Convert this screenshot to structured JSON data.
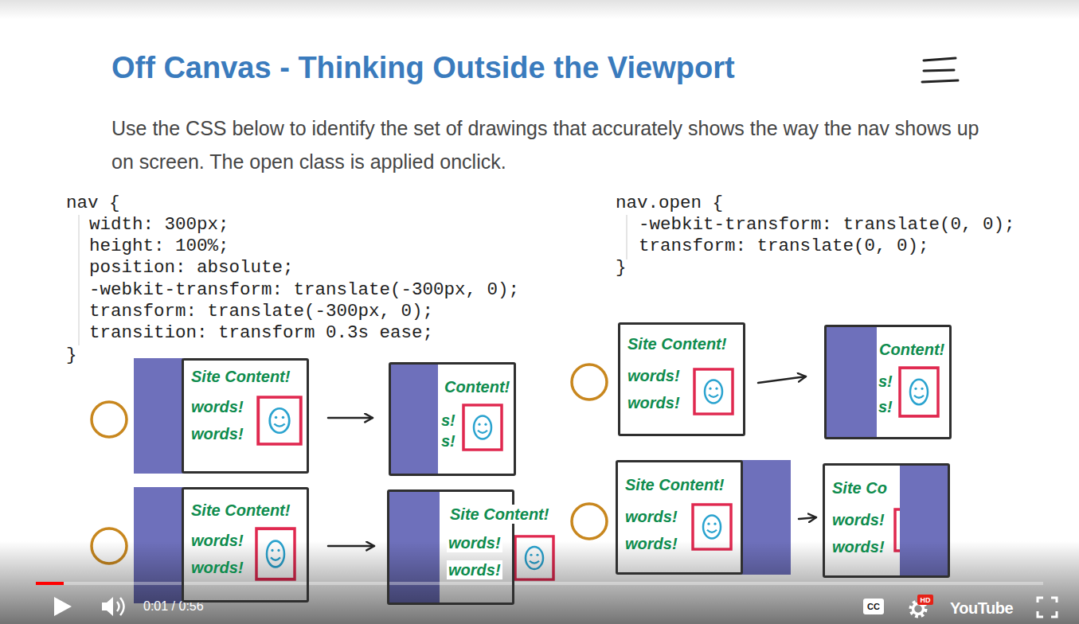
{
  "diagram": {
    "title": "Off Canvas - Thinking Outside the Viewport",
    "nodes": [
      {
        "text": [
          "Site Content!",
          "words!",
          "words!"
        ]
      },
      {
        "text": [
          "Content!",
          "s!",
          "s!"
        ]
      },
      {
        "text": [
          "Site Content!",
          "words!",
          "words!"
        ]
      },
      {
        "text": [
          "Content!",
          "s!",
          "s!"
        ]
      },
      {
        "text": [
          "Site Content!",
          "words!",
          "words!"
        ]
      },
      {
        "text": [
          "Site Content!",
          "words!",
          "words!"
        ]
      },
      {
        "text": [
          "Site Content!",
          "words!",
          "words!"
        ]
      },
      {
        "text": [
          "Site Co",
          "words!",
          "words!"
        ]
      }
    ],
    "edges": [
      {
        "from": 0,
        "to": 1,
        "arrow": "to"
      },
      {
        "from": 2,
        "to": 3,
        "arrow": "to"
      },
      {
        "from": 4,
        "to": 5,
        "arrow": "to"
      },
      {
        "from": 6,
        "to": 7,
        "arrow": "to"
      }
    ],
    "labels": [
      "Use the CSS below to identify the set of drawings that accurately shows the way the nav shows up on screen. The open class is applied onclick.",
      "nav {",
      "width: 300px;",
      "height: 100%;",
      "position: absolute;",
      "-webkit-transform: translate(-300px, 0);",
      "transform: translate(-300px, 0);",
      "transition: transform 0.3s ease;",
      "}",
      "nav.open {",
      "-webkit-transform: translate(0, 0);",
      "transform: translate(0, 0);",
      "}",
      "0:01 / 0:56",
      "CC",
      "HD",
      "YouTube"
    ]
  }
}
